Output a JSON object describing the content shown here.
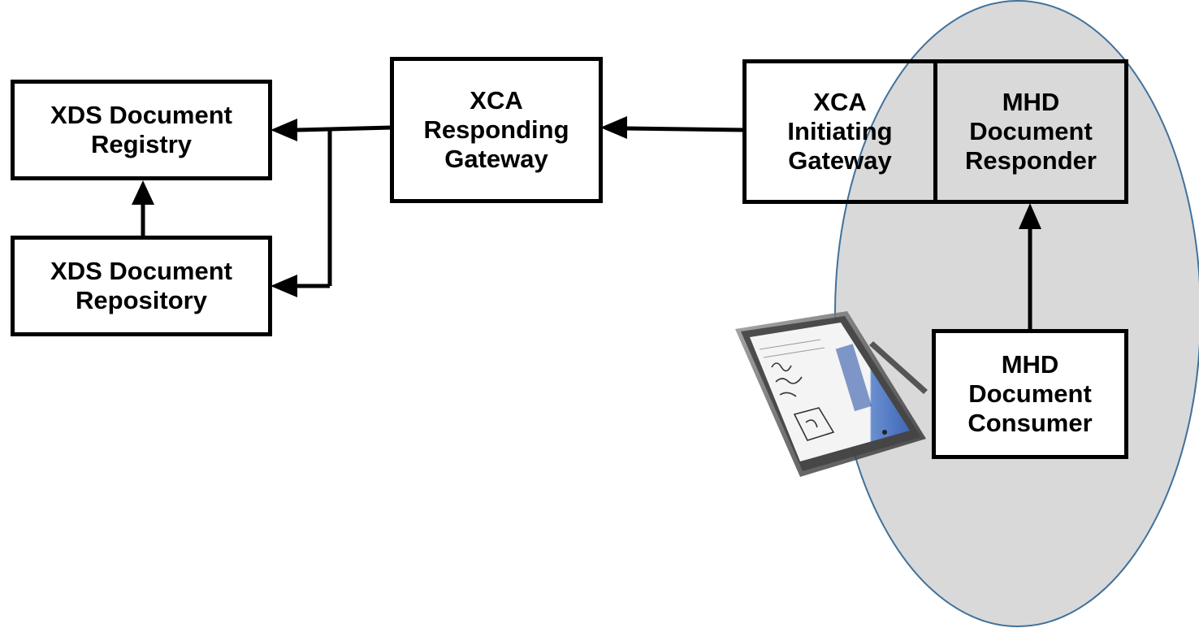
{
  "colors": {
    "ellipse_fill": "#d9d9d9",
    "ellipse_stroke": "#41719c",
    "box_border": "#000000",
    "box_fill": "#ffffff",
    "arrow": "#000000"
  },
  "actors": {
    "xds_registry": {
      "line1": "XDS Document",
      "line2": "Registry"
    },
    "xds_repository": {
      "line1": "XDS Document",
      "line2": "Repository"
    },
    "xca_responding": {
      "line1": "XCA",
      "line2": "Responding",
      "line3": "Gateway"
    },
    "xca_initiating": {
      "line1": "XCA",
      "line2": "Initiating",
      "line3": "Gateway"
    },
    "mhd_responder": {
      "line1": "MHD",
      "line2": "Document",
      "line3": "Responder"
    },
    "mhd_consumer": {
      "line1": "MHD",
      "line2": "Document",
      "line3": "Consumer"
    }
  },
  "icons": {
    "device": "tablet-pc-icon"
  }
}
